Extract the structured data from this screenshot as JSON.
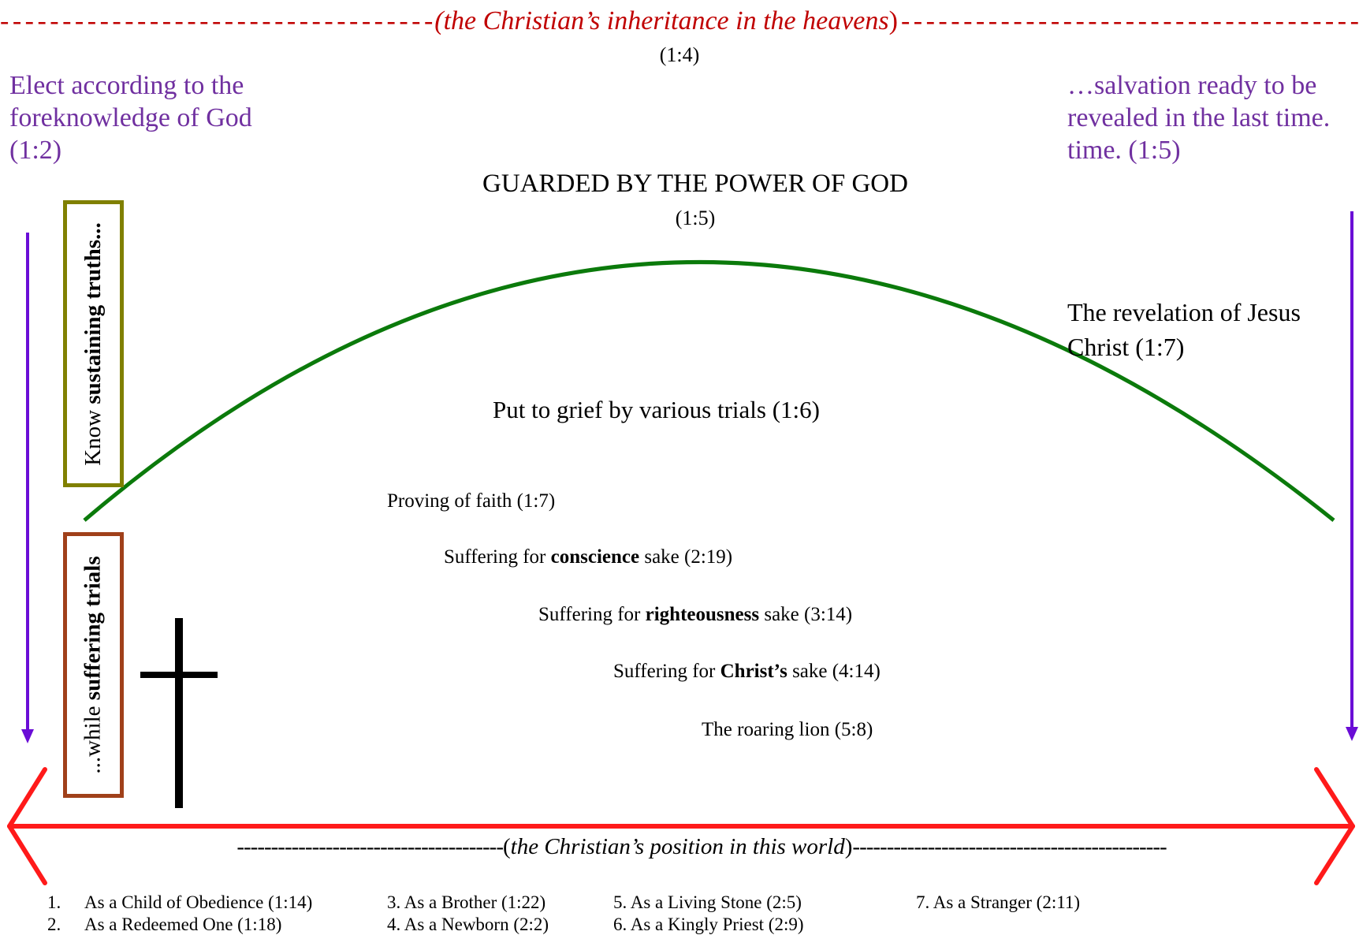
{
  "top": {
    "title": "the Christian’s inheritance in the heavens",
    "ref": "(1:4)"
  },
  "left_note": {
    "line1": "Elect according to the",
    "line2": "foreknowledge of God",
    "line3": "(1:2)"
  },
  "right_note": {
    "line1": "…salvation ready to be",
    "line2": "revealed in the last time.",
    "line3": "time. (1:5)"
  },
  "guarded": {
    "title": "GUARDED BY THE POWER OF GOD",
    "ref": "(1:5)"
  },
  "revelation": {
    "line1": "The revelation of Jesus",
    "line2": "Christ (1:7)"
  },
  "grief": "Put to grief by various trials (1:6)",
  "trials": {
    "proving": "Proving of faith (1:7)",
    "conscience_pre": "Suffering for ",
    "conscience_bold": "conscience",
    "conscience_post": " sake (2:19)",
    "righteousness_pre": "Suffering for ",
    "righteousness_bold": "righteousness",
    "righteousness_post": " sake (3:14)",
    "christ_pre": "Suffering for ",
    "christ_bold": "Christ’s",
    "christ_post": " sake (4:14)",
    "lion": "The roaring lion (5:8)"
  },
  "box_top": {
    "plain": "Know ",
    "bold": "sustaining truths..."
  },
  "box_bottom": {
    "plain": "...while ",
    "bold": "suffering trials"
  },
  "bottom": {
    "title": "the Christian’s position in this world"
  },
  "positions": {
    "n1": "1.",
    "p1": "As a Child of Obedience (1:14)",
    "n2": "2.",
    "p2": "As a Redeemed One (1:18)",
    "p3": "3. As a Brother (1:22)",
    "p4": "4. As a Newborn (2:2)",
    "p5": "5. As a Living Stone (2:5)",
    "p6": "6. As a Kingly Priest (2:9)",
    "p7": "7. As a Stranger (2:11)"
  },
  "colors": {
    "red": "#c00000",
    "purple": "#7030a0",
    "arrow_purple": "#6a0dd6",
    "green": "#0b7a0b",
    "olive": "#808000",
    "brown": "#a0401a",
    "bright_red": "#ff1a1a"
  }
}
